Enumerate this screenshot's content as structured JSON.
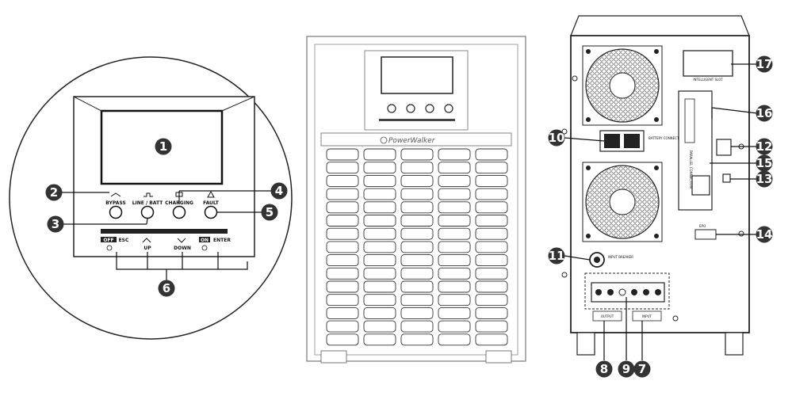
{
  "front_panel": {
    "bypass": "BYPASS",
    "line_batt": "LINE / BATT",
    "charging": "CHARGING",
    "fault": "FAULT",
    "off": "OFF",
    "esc": "ESC",
    "on": "ON",
    "enter": "ENTER",
    "up": "UP",
    "down": "DOWN"
  },
  "brand": "PowerWalker",
  "rear_panel": {
    "battery_connector": "BATTERY CONNECTOR",
    "parallel_connection": "PARALLEL CONNECTION",
    "intelligent_slot": "INTELLIGENT SLOT",
    "epo": "EPO",
    "input_breaker": "INPUT BREAKER",
    "output": "OUTPUT",
    "input": "INPUT"
  },
  "callouts": [
    "1",
    "2",
    "3",
    "4",
    "5",
    "6",
    "7",
    "8",
    "9",
    "10",
    "11",
    "12",
    "13",
    "14",
    "15",
    "16",
    "17"
  ]
}
